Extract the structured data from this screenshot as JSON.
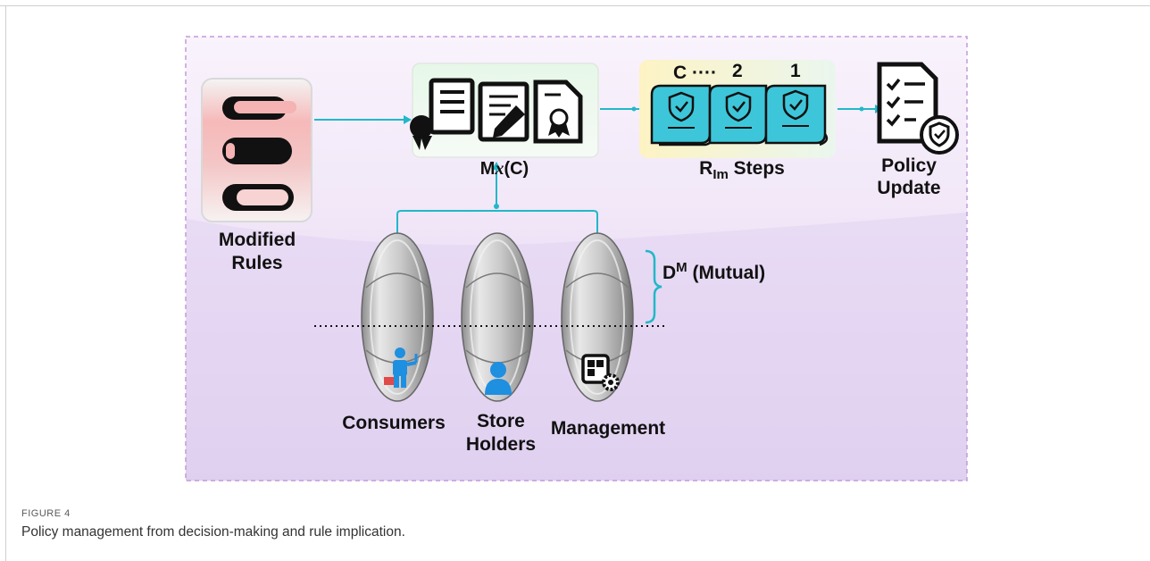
{
  "figure": {
    "kicker": "FIGURE 4",
    "caption": "Policy management from decision-making and rule implication."
  },
  "diagram": {
    "modified_rules": {
      "line1": "Modified",
      "line2": "Rules"
    },
    "mx": {
      "prefix": "M",
      "var": "x",
      "suffix": "(C)"
    },
    "rim": {
      "main": "R",
      "sub": "Im",
      "suffix": " Steps"
    },
    "step_labels": [
      "C ····",
      "2",
      "1"
    ],
    "policy": {
      "line1": "Policy",
      "line2": "Update"
    },
    "mutual": {
      "main": "D",
      "sup": "M",
      "suffix": " (Mutual)"
    },
    "stakeholders": {
      "consumers": "Consumers",
      "store_line1": "Store",
      "store_line2": "Holders",
      "management": "Management"
    },
    "colors": {
      "connector": "#22b8c8",
      "panel_bg": "#ece2f6",
      "panel_border": "#c39ad8",
      "scroll": "#3dc6d9",
      "book_red": "#e25b5b",
      "person_blue": "#1f8fe0"
    }
  }
}
